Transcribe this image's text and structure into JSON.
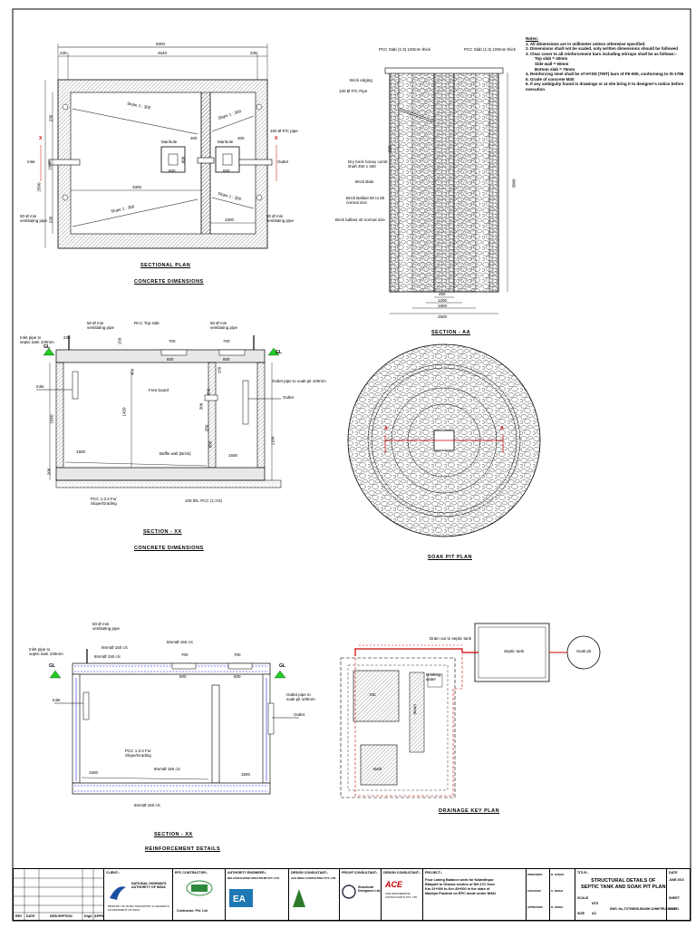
{
  "notes": {
    "heading": "Notes:",
    "lines": [
      "1. All dimensions are in millimeter unless otherwise specified.",
      "2. Dimensions shall not be scaled, only written dimensions should be followed",
      "3. Clear cover to all reinforcement bars including stirrups shall be as follows:-",
      "Top slab = 40mm",
      "Side wall = 50mm",
      "Bottom slab = 75mm",
      "4. Reinforcing steel shall be of HYSD (TMT) bars of FE-500, conforming to IS-1786",
      "5. Grade of concrete M30",
      "6. If any ambiguity found in drawings or at site bring it to designer's notice before",
      "execution"
    ]
  },
  "plan": {
    "dims": [
      "5000",
      "230",
      "4540",
      "230",
      "2500",
      "1840",
      "230",
      "230",
      "3300",
      "1000",
      "300",
      "600",
      "600",
      "300",
      "600"
    ],
    "labels": {
      "slope1": "Slope 1 : 300",
      "slope2": "Slope 1 : 300",
      "slope3": "Slope 1 : 300",
      "slope4": "Slope 1 : 300",
      "manhole1": "Manhole",
      "manhole2": "Manhole",
      "pvc": "100 Ø P/C pipe",
      "inlet": "Inlet",
      "outlet": "Outlet",
      "vent1": "50 Ø min\nventilating pipe",
      "vent2": "50 Ø min\nventilating pipe",
      "x1": "X",
      "x2": "X"
    },
    "title": "SECTIONAL PLAN",
    "subtitle": "CONCRETE DIMENSIONS"
  },
  "sectionAA": {
    "labels": {
      "pcc1": "PCC Slab (1:3) 100mm thick",
      "pcc2": "PCC Slab (1:3) 100mm thick",
      "edging": "Brick edging",
      "pipe": "100 Ø P/C Pipe",
      "dry": "Dry brick honey comb\nshaft 450 x 450",
      "bats": "Brick Bats",
      "ballast1": "Brick Ballast 50 to 80\nnormal size",
      "ballast2": "Brick ballast 40 normal size",
      "h3000": "3000",
      "h230": "230"
    },
    "dims": [
      "450",
      "1200",
      "1800",
      "2500"
    ],
    "title": "SECTION - AA"
  },
  "sectionXX": {
    "labels": {
      "inlet_pipe": "Inlet pipe to\nseptic tank 100mm",
      "vent1": "50 Ø min\nventilating pipe",
      "vent2": "50 Ø min\nventilating pipe",
      "rcc": "RCC Top slab",
      "gl1": "GL",
      "gl2": "GL",
      "inlet": "Inlet",
      "outlet": "Outlet",
      "outlet_pipe": "Outlet pipe to soak pit 100mm",
      "freeboard": "Free board",
      "baffle": "Baffle wall (Brick)",
      "pcc": "PCC 1:2:4 For\nSlope/Grading",
      "pcc_bed": "100 thk. PCC (1:3:6)"
    },
    "dims": [
      "700",
      "700",
      "600",
      "600",
      "230",
      "150",
      "450",
      "1450",
      "1050",
      "200",
      "150",
      "650",
      "300",
      "1100",
      "1500",
      "1500",
      "250",
      "600"
    ],
    "title": "SECTION - XX",
    "subtitle": "CONCRETE DIMENSIONS"
  },
  "soakpit": {
    "a1": "A",
    "a2": "A",
    "title": "SOAK PIT PLAN"
  },
  "reinf": {
    "labels": {
      "vent": "50 Ø min\nventilating pipe",
      "bar1": "8mmØ 150 c/c",
      "bar2": "8mmØ 150 c/c",
      "bar3": "8mmØ 150 c/c",
      "bar4": "8mmØ 150 c/c",
      "inlet_pipe": "Inlet pipe to\nseptic tank 100mm",
      "gl1": "GL",
      "gl2": "GL",
      "inlet": "Inlet",
      "outlet": "Outlet",
      "outlet_pipe": "Outlet pipe to\nsoak pit 100mm",
      "pcc": "PCC 1:2:4 For\nSlope/Grading",
      "bot": "8mmØ 150 c/c"
    },
    "dims": [
      "700",
      "700",
      "600",
      "600",
      "1500",
      "1500"
    ],
    "title": "SECTION - XX",
    "subtitle": "REINFORCEMENT DETAILS"
  },
  "keyplan": {
    "drain": "Drain out to septic tank",
    "septic": "Septic tank",
    "soak": "Soak pit",
    "mc": "MC",
    "urinal": "Urinal",
    "drinking": "Drinking\nwater",
    "bath": "Bath",
    "title": "DRAINAGE KEY PLAN"
  },
  "titleblock": {
    "rev_headers": [
      "REV",
      "DATE",
      "DESCRIPTION",
      "Drgd",
      "APPR"
    ],
    "client_label": "CLIENT:-",
    "client": "NATIONAL HIGHWAYS\nAUTHORITY OF INDIA",
    "client_sub": "MINISTRY OF ROAD TRANSPORT & HIGHWAYS\nGOVERNMENT OF INDIA",
    "epc_label": "EPC CONTRACTOR:-",
    "epc_name": "Contractor: Pvt. Ltd.",
    "ae_label": "AUTHORITY ENGINEER:-",
    "ae_name": "M/S ASSOCIATED SPECTRUM PVT. LTD.",
    "dc_label": "DESIGN CONSULTANT:-",
    "dc_name": "ACE INDIA CONSULTING PVT. LTD.",
    "proof_label": "PROOF CONSULTANT:-",
    "proof_name": "Structural\nDesigners Ltd.",
    "dc2_label": "DESIGN CONSULTANT:-",
    "dc2_name": "ACE",
    "dc2_full": "ACE ENGINEERING\nCONSULTANTS PVT. LTD.",
    "project_label": "PROJECT:-",
    "project": "Four Laning Balance work for Kalamthpur\nBhayalli to Ghanra section of NH-17C from\nKm 22+000 to Km 43+000 in the state of\nMadhya Pradesh on EPC mode under NHAI",
    "checks": [
      "PREPARED",
      "CHECKED",
      "APPROVED"
    ],
    "chk_names": [
      "D. KAMAT",
      "S. SINGH",
      "R. SINGH"
    ],
    "title_label": "TITLE:-",
    "title": "STRUCTURAL DETAILS OF\nSEPTIC TANK AND SOAK PIT PLAN",
    "scale_label": "SCALE",
    "scale": "NTS",
    "size_label": "SIZE",
    "size": "A3",
    "drg_no": "DWG. No.-TOTH/BHD-BIA/NH-12/NH/TRUCK/D-04",
    "date_label": "DATE",
    "date": "JUNE 2019",
    "sheet_label": "SHEET",
    "sheet": "1 OF 1"
  }
}
